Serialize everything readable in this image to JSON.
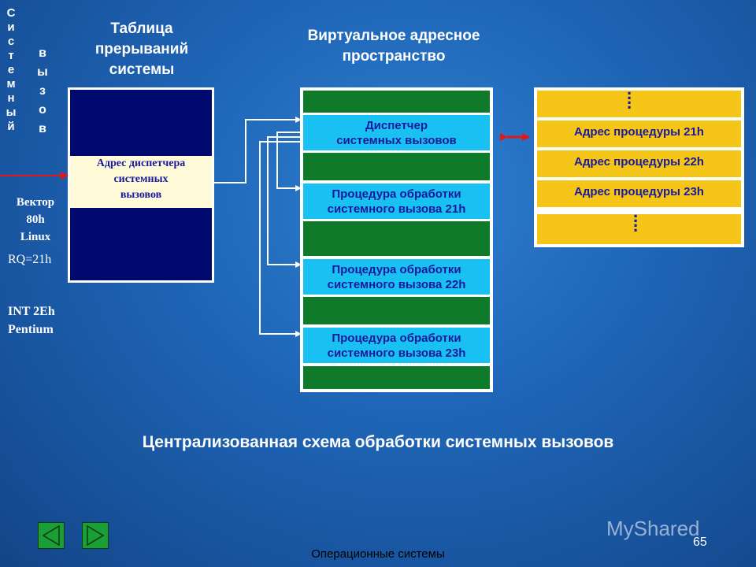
{
  "left_labels": {
    "syscall_col1": [
      "С",
      "и",
      "с",
      "т",
      "е",
      "м",
      "н",
      "ы",
      "й"
    ],
    "syscall_col2": [
      "в",
      "ы",
      "з",
      "о",
      "в"
    ],
    "vector": [
      "Вектор",
      "80h",
      "Linux"
    ],
    "rq": "RQ=21h",
    "int": [
      "INT 2Eh",
      "Pentium"
    ]
  },
  "interrupt_table": {
    "heading": [
      "Таблица",
      "прерываний",
      "системы"
    ],
    "dispatcher_address": [
      "Адрес диспетчера",
      "системных",
      "вызовов"
    ]
  },
  "virtual_space": {
    "heading": [
      "Виртуальное адресное",
      "пространство"
    ],
    "dispatcher": [
      "Диспетчер",
      "системных вызовов"
    ],
    "proc21": [
      "Процедура обработки",
      "системного вызова 21h"
    ],
    "proc22": [
      "Процедура обработки",
      "системного вызова 22h"
    ],
    "proc23": [
      "Процедура обработки",
      "системного вызова 23h"
    ]
  },
  "procedure_addresses": {
    "rows": [
      "Адрес процедуры 21h",
      "Адрес процедуры 22h",
      "Адрес процедуры 23h"
    ]
  },
  "title": "Централизованная схема обработки системных вызовов",
  "footer": "Операционные системы",
  "page_number": "65",
  "watermark": "MyShared",
  "colors": {
    "table_dark": "#000a6e",
    "dispatcher_cell": "#fffbd8",
    "green_segment": "#0f7a2a",
    "cyan_segment": "#19c0f2",
    "address_row": "#f5c518",
    "arrow_red": "#e01818",
    "text_blue": "#1a1a9a"
  },
  "icons": [
    "back-triangle-icon",
    "forward-triangle-icon"
  ]
}
